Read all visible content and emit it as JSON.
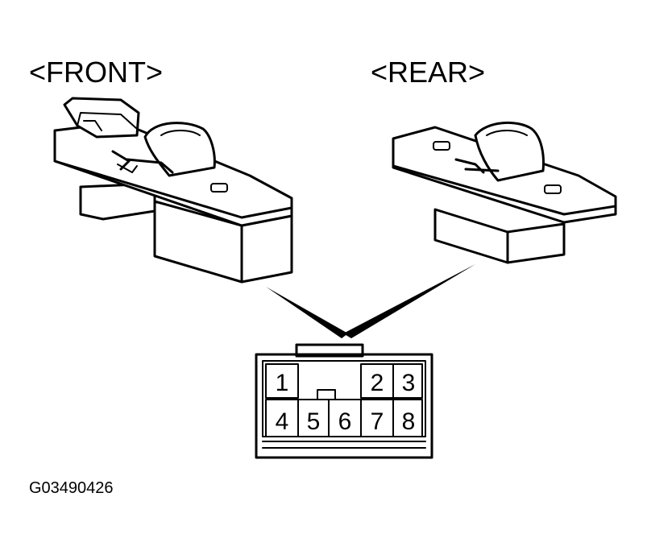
{
  "labels": {
    "front": "<FRONT>",
    "rear": "<REAR>",
    "figure_code": "G03490426"
  },
  "connector": {
    "pins_top": [
      "1",
      "2",
      "3"
    ],
    "pins_bottom": [
      "4",
      "5",
      "6",
      "7",
      "8"
    ]
  }
}
